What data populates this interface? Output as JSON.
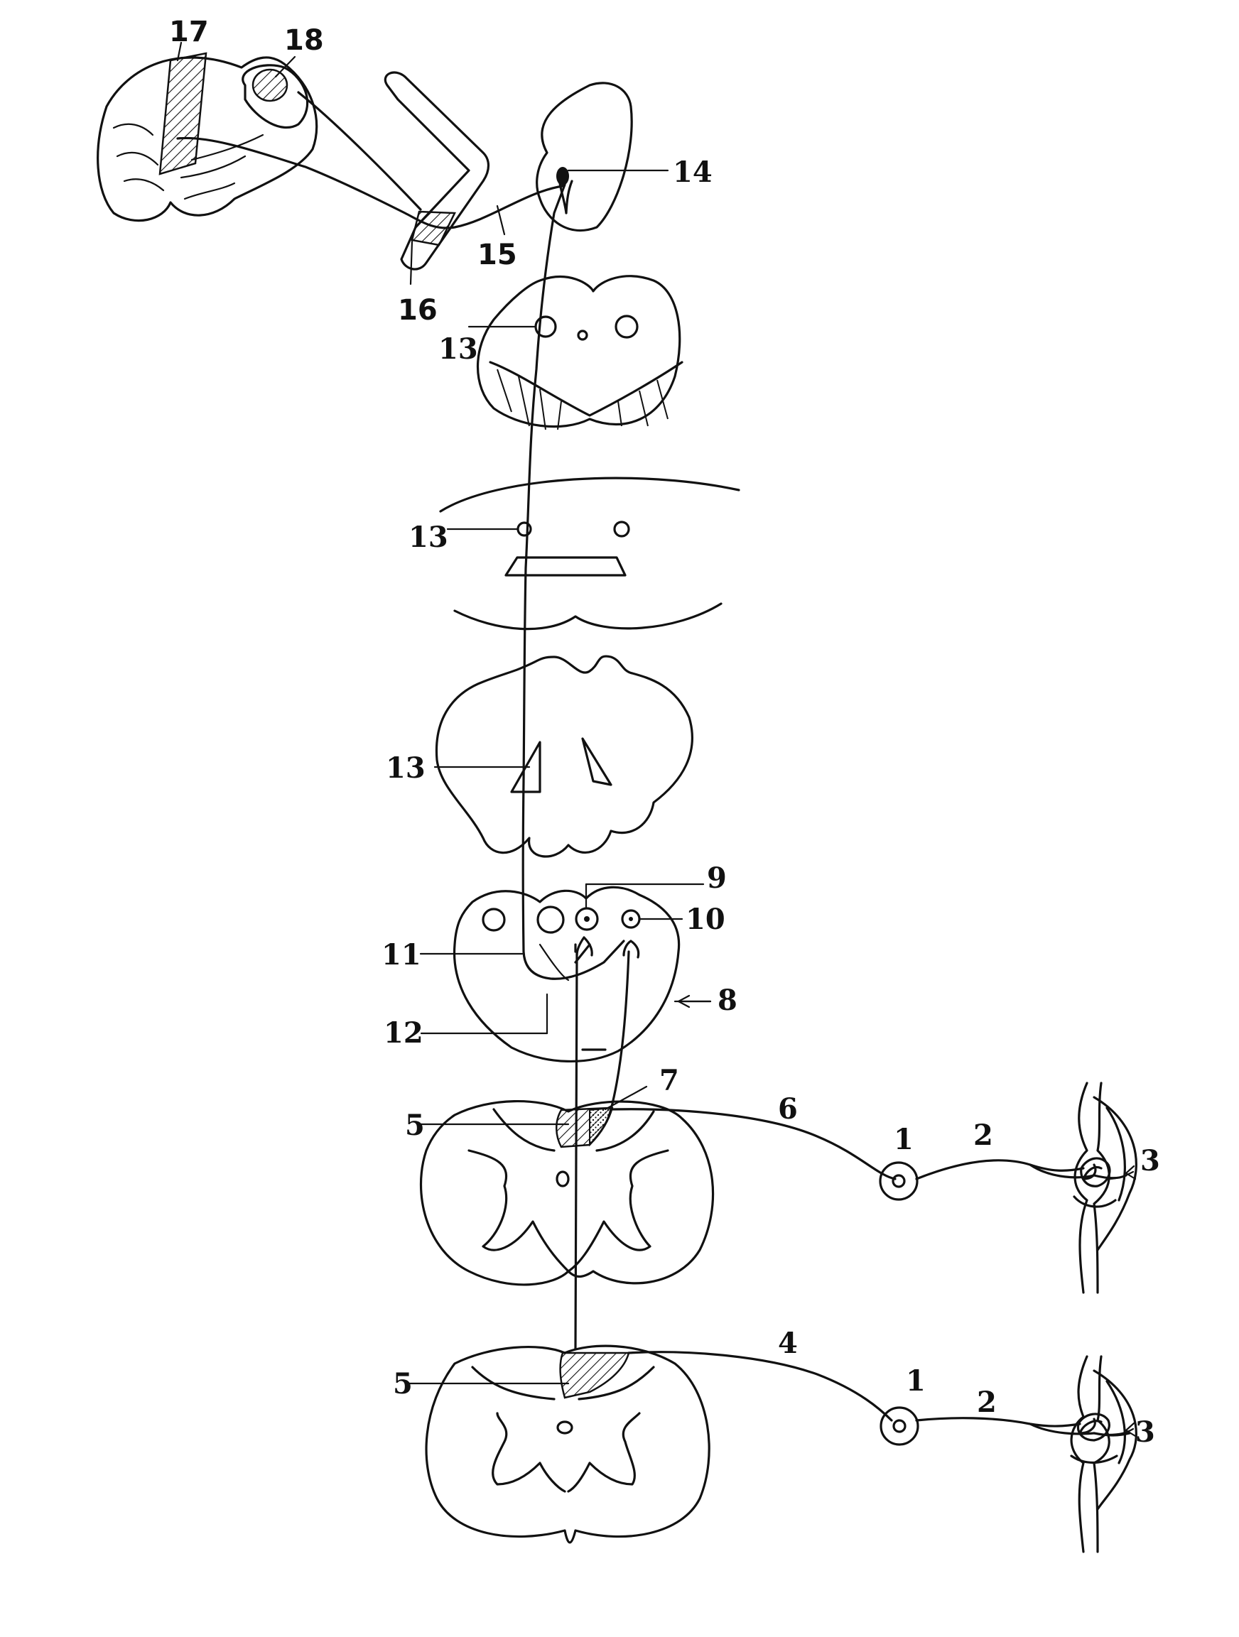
{
  "labels": {
    "l1a": "1",
    "l1b": "1",
    "l2a": "2",
    "l2b": "2",
    "l3a": "3",
    "l3b": "3",
    "l4": "4",
    "l5a": "5",
    "l5b": "5",
    "l6": "6",
    "l7": "7",
    "l8": "8",
    "l9": "9",
    "l10": "10",
    "l11": "11",
    "l12": "12",
    "l13a": "13",
    "l13b": "13",
    "l13c": "13",
    "l14": "14",
    "l15": "15",
    "l16": "16",
    "l17": "17",
    "l18": "18"
  }
}
